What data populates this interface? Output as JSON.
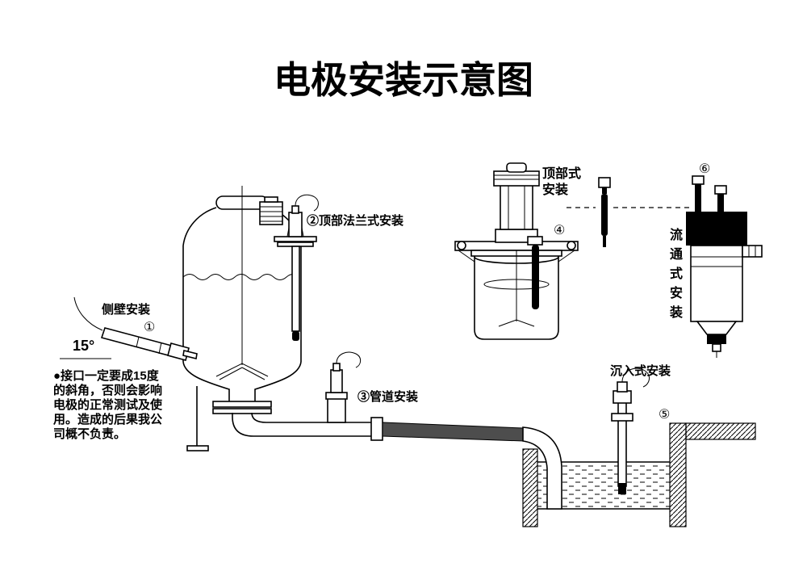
{
  "title": "电极安装示意图",
  "annotations": {
    "side_wall_label": "侧壁安装",
    "side_wall_num": "①",
    "angle_label": "15°",
    "top_flange_label": "②顶部法兰式安装",
    "pipeline_label": "③管道安装",
    "top_mount_label_line1": "顶部式",
    "top_mount_label_line2": "安装",
    "top_mount_num": "④",
    "submerged_label": "沉入式安装",
    "submerged_num": "⑤",
    "flow_num": "⑥",
    "flow_label_chars": [
      "流",
      "通",
      "式",
      "安",
      "装"
    ]
  },
  "warning": {
    "lines": [
      "●接口一定要成15度",
      "的斜角，否则会影响",
      "电极的正常测试及使",
      "用。造成的后果我公",
      "司概不负责。"
    ]
  }
}
